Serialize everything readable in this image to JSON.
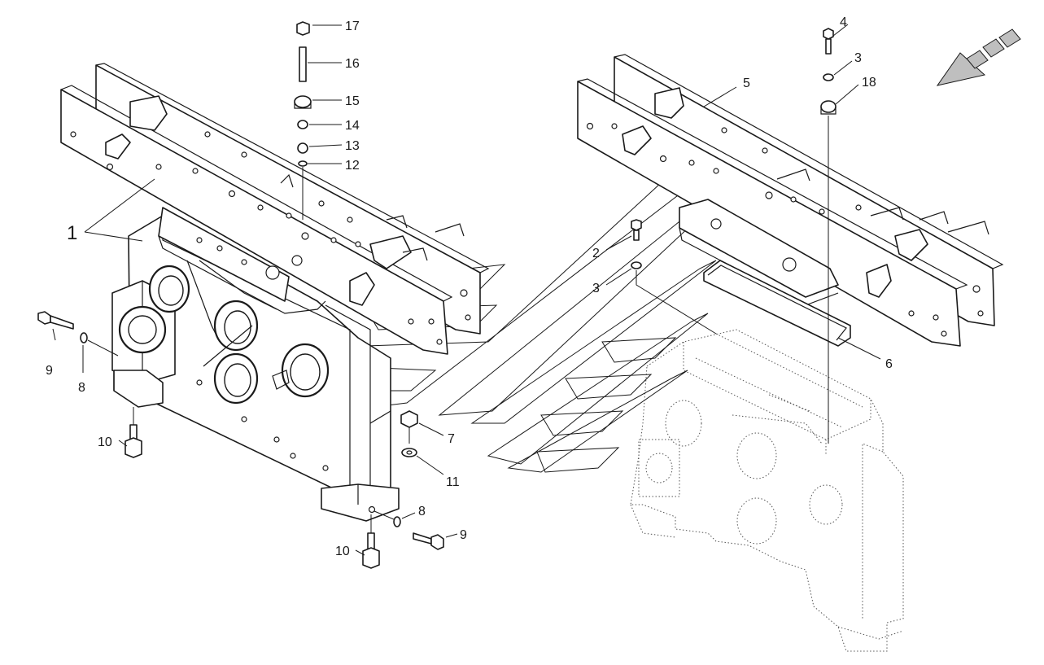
{
  "figure": {
    "callouts": {
      "c1": "1",
      "c2": "2",
      "c3a": "3",
      "c3b": "3",
      "c4": "4",
      "c5": "5",
      "c6": "6",
      "c7": "7",
      "c8a": "8",
      "c8b": "8",
      "c9a": "9",
      "c9b": "9",
      "c10a": "10",
      "c10b": "10",
      "c11": "11",
      "c12": "12",
      "c13": "13",
      "c14": "14",
      "c15": "15",
      "c16": "16",
      "c17": "17",
      "c18": "18"
    },
    "colors": {
      "ink": "#1a1a1a",
      "background": "#ffffff",
      "ghost": "#555555"
    },
    "icons": {
      "direction": "travel-direction-arrow-icon"
    }
  }
}
